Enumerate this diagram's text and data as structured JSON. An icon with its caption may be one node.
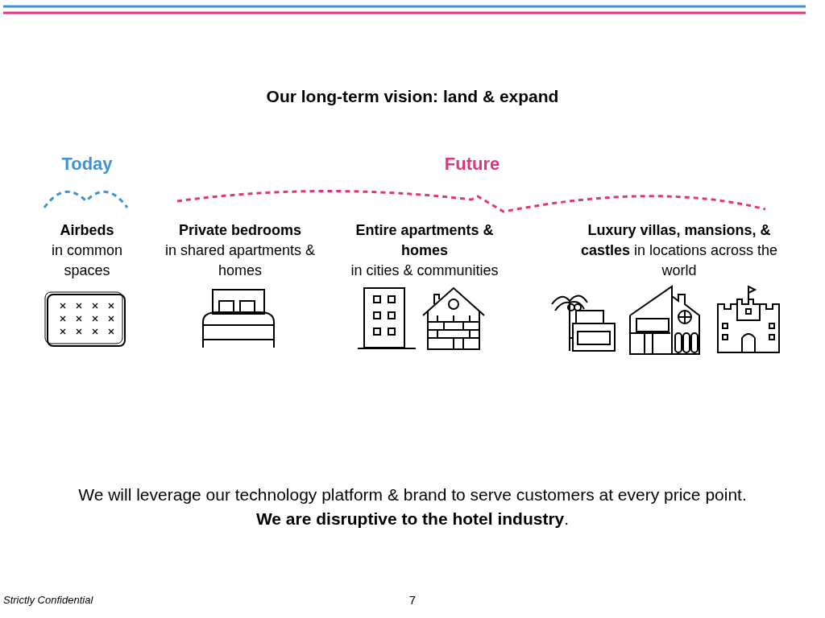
{
  "diagram": {
    "title": "Our long-term vision: land & expand",
    "labels": [
      "Today",
      "Future",
      "Airbeds",
      "in common spaces",
      "Private bedrooms",
      "in shared apartments & homes",
      "Entire apartments & homes",
      "in cities & communities",
      "**Luxury villas, mansions, & castles** in locations across the world",
      "We will leverage our technology platform & brand to serve customers at every price point.",
      "**We are disruptive to the hotel industry**.",
      "Strictly Confidential",
      "7"
    ]
  }
}
